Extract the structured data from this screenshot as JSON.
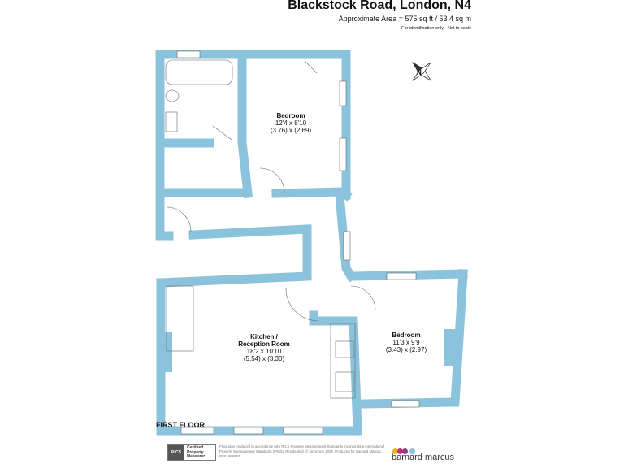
{
  "header": {
    "title": "Blackstock Road, London, N4",
    "area": "Approximate Area = 575 sq ft / 53.4 sq m",
    "note": "For identification only - Not to scale"
  },
  "rooms": [
    {
      "name": "Bedroom",
      "imperial": "12'4 x 8'10",
      "metric": "(3.76) x (2.69)"
    },
    {
      "name": "Kitchen /",
      "name2": "Reception Room",
      "imperial": "18'2 x 10'10",
      "metric": "(5.54) x (3.30)"
    },
    {
      "name": "Bedroom",
      "imperial": "11'3 x 9'9",
      "metric": "(3.43) x (2.97)"
    }
  ],
  "floor_label": "FIRST FLOOR",
  "compass": {
    "label": "N"
  },
  "footer": {
    "rics_logo": "RICS",
    "rics_badge": [
      "Certified",
      "Property",
      "Measurer"
    ],
    "disclaimer": "Floor plan produced in accordance with RICS Property Measurement Standards incorporating International Property Measurement Standards (IPMS2 Residential). © nichecom 2022. Produced for Barnard Marcus. REF: 866863",
    "brand": "barnard marcus"
  },
  "colors": {
    "wall": "#8cc3dc",
    "dot1": "#e8b21f",
    "dot2": "#c6306f",
    "dot3": "#8a3c8f",
    "dot4": "#8cc3dc"
  }
}
